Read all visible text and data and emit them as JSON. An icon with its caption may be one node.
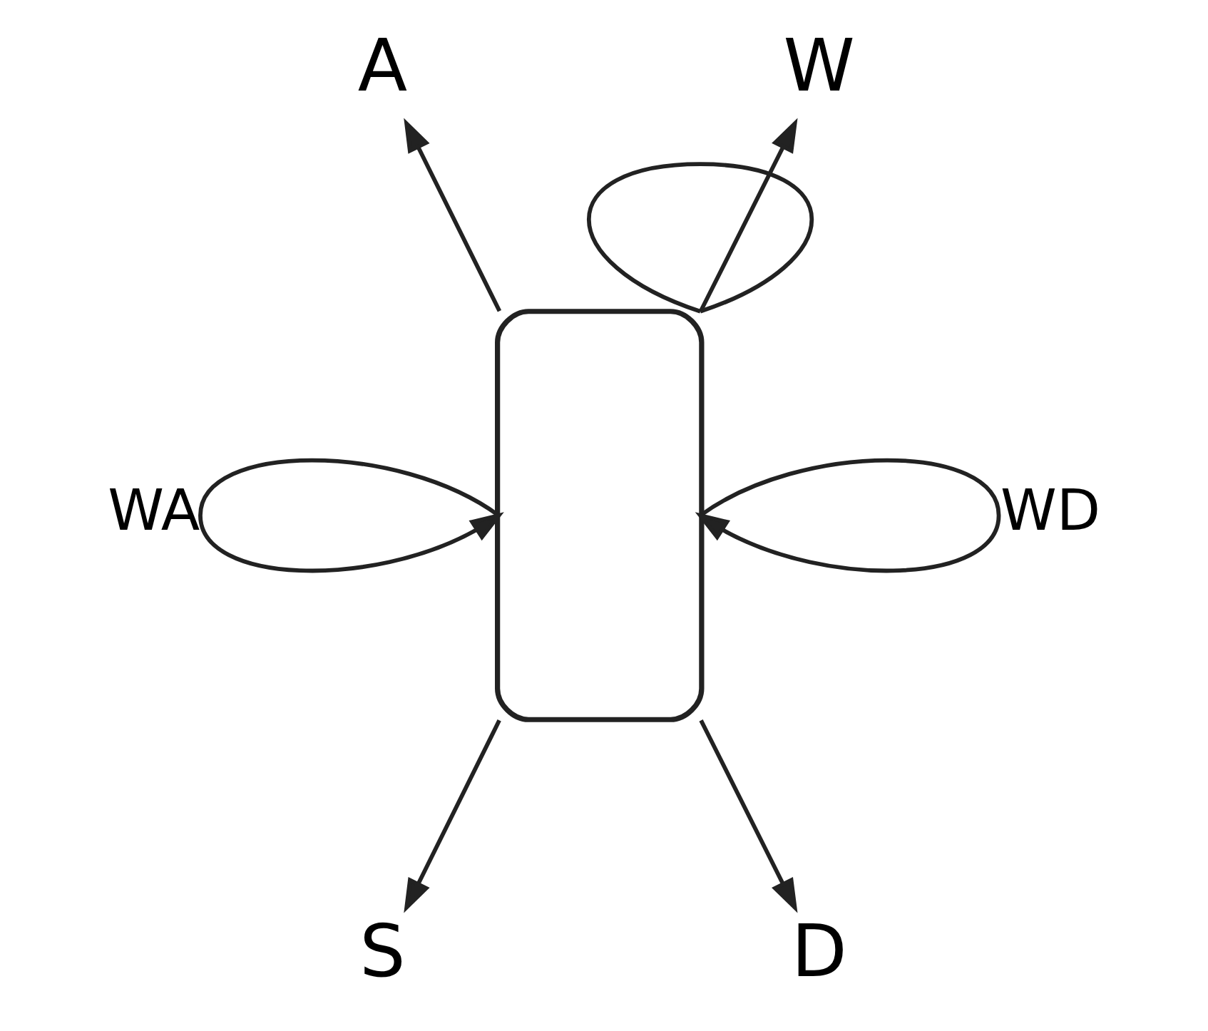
{
  "diagram": {
    "nodes": [
      {
        "text": [],
        "shape": "box"
      },
      {
        "text": [
          "A"
        ]
      },
      {
        "text": [
          "W"
        ]
      },
      {
        "text": [
          "S"
        ]
      },
      {
        "text": [
          "D"
        ]
      }
    ],
    "edges": [
      {
        "from": 0,
        "to": 1,
        "arrow": "to"
      },
      {
        "from": 0,
        "to": 2,
        "arrow": "to"
      },
      {
        "from": 0,
        "to": 3,
        "arrow": "to"
      },
      {
        "from": 0,
        "to": 4,
        "arrow": "to"
      },
      {
        "from": 0,
        "to": 0,
        "arrow": "to",
        "label": "WA"
      },
      {
        "from": 0,
        "to": 0,
        "arrow": "to",
        "label": "WD"
      },
      {
        "from": 0,
        "to": 0,
        "arrow": "none"
      }
    ]
  }
}
